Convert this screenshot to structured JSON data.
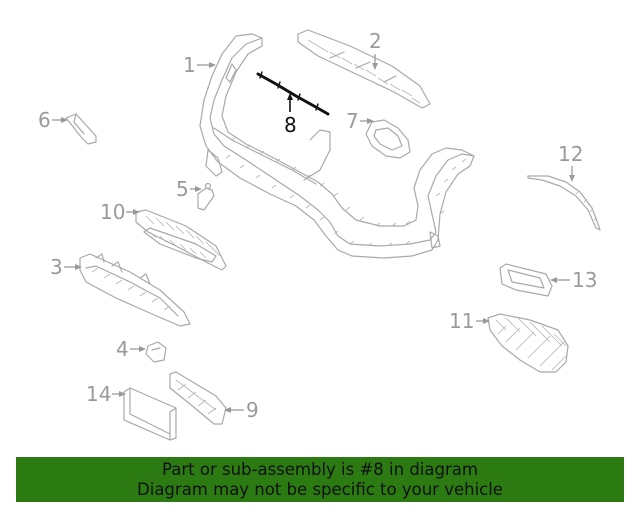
{
  "diagram": {
    "highlighted_callout": "8",
    "callouts": [
      "1",
      "2",
      "3",
      "4",
      "5",
      "6",
      "7",
      "8",
      "9",
      "10",
      "11",
      "12",
      "13",
      "14"
    ]
  },
  "banner": {
    "line1": "Part or sub-assembly is #8 in diagram",
    "line2": "Diagram may not be specific to your vehicle",
    "background": "#2b7a12"
  }
}
